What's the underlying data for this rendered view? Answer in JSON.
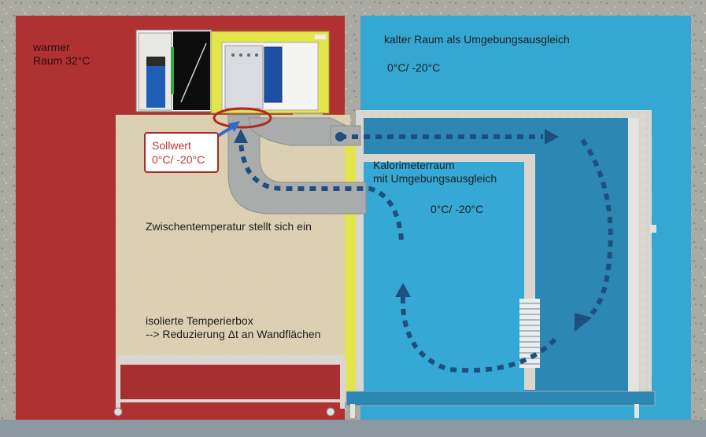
{
  "labels": {
    "warm_room": "warmer\nRaum 32°C",
    "cold_room": "kalter Raum als Umgebungsausgleich",
    "cold_room_temp": "0°C/ -20°C",
    "setpoint": "Sollwert\n0°C/ -20°C",
    "calorimeter_room": "Kalorimeterraum\nmit Umgebungsausgleich",
    "calorimeter_temp": "0°C/ -20°C",
    "intermediate_temp": "Zwischentemperatur stellt sich ein",
    "insulated_box": "isolierte Temperierbox\n--> Reduzierung Δt an Wandflächen"
  },
  "colors": {
    "warm_room": "#b03131",
    "cold_room": "#34a7d3",
    "calorimeter": "#2c87b3",
    "insulated_box": "#dbd0b1",
    "duct": "#a9acab",
    "airflow_arrow": "#1f4f7e",
    "insulation_yellow": "#e2e64a",
    "marker": "#b02828"
  }
}
